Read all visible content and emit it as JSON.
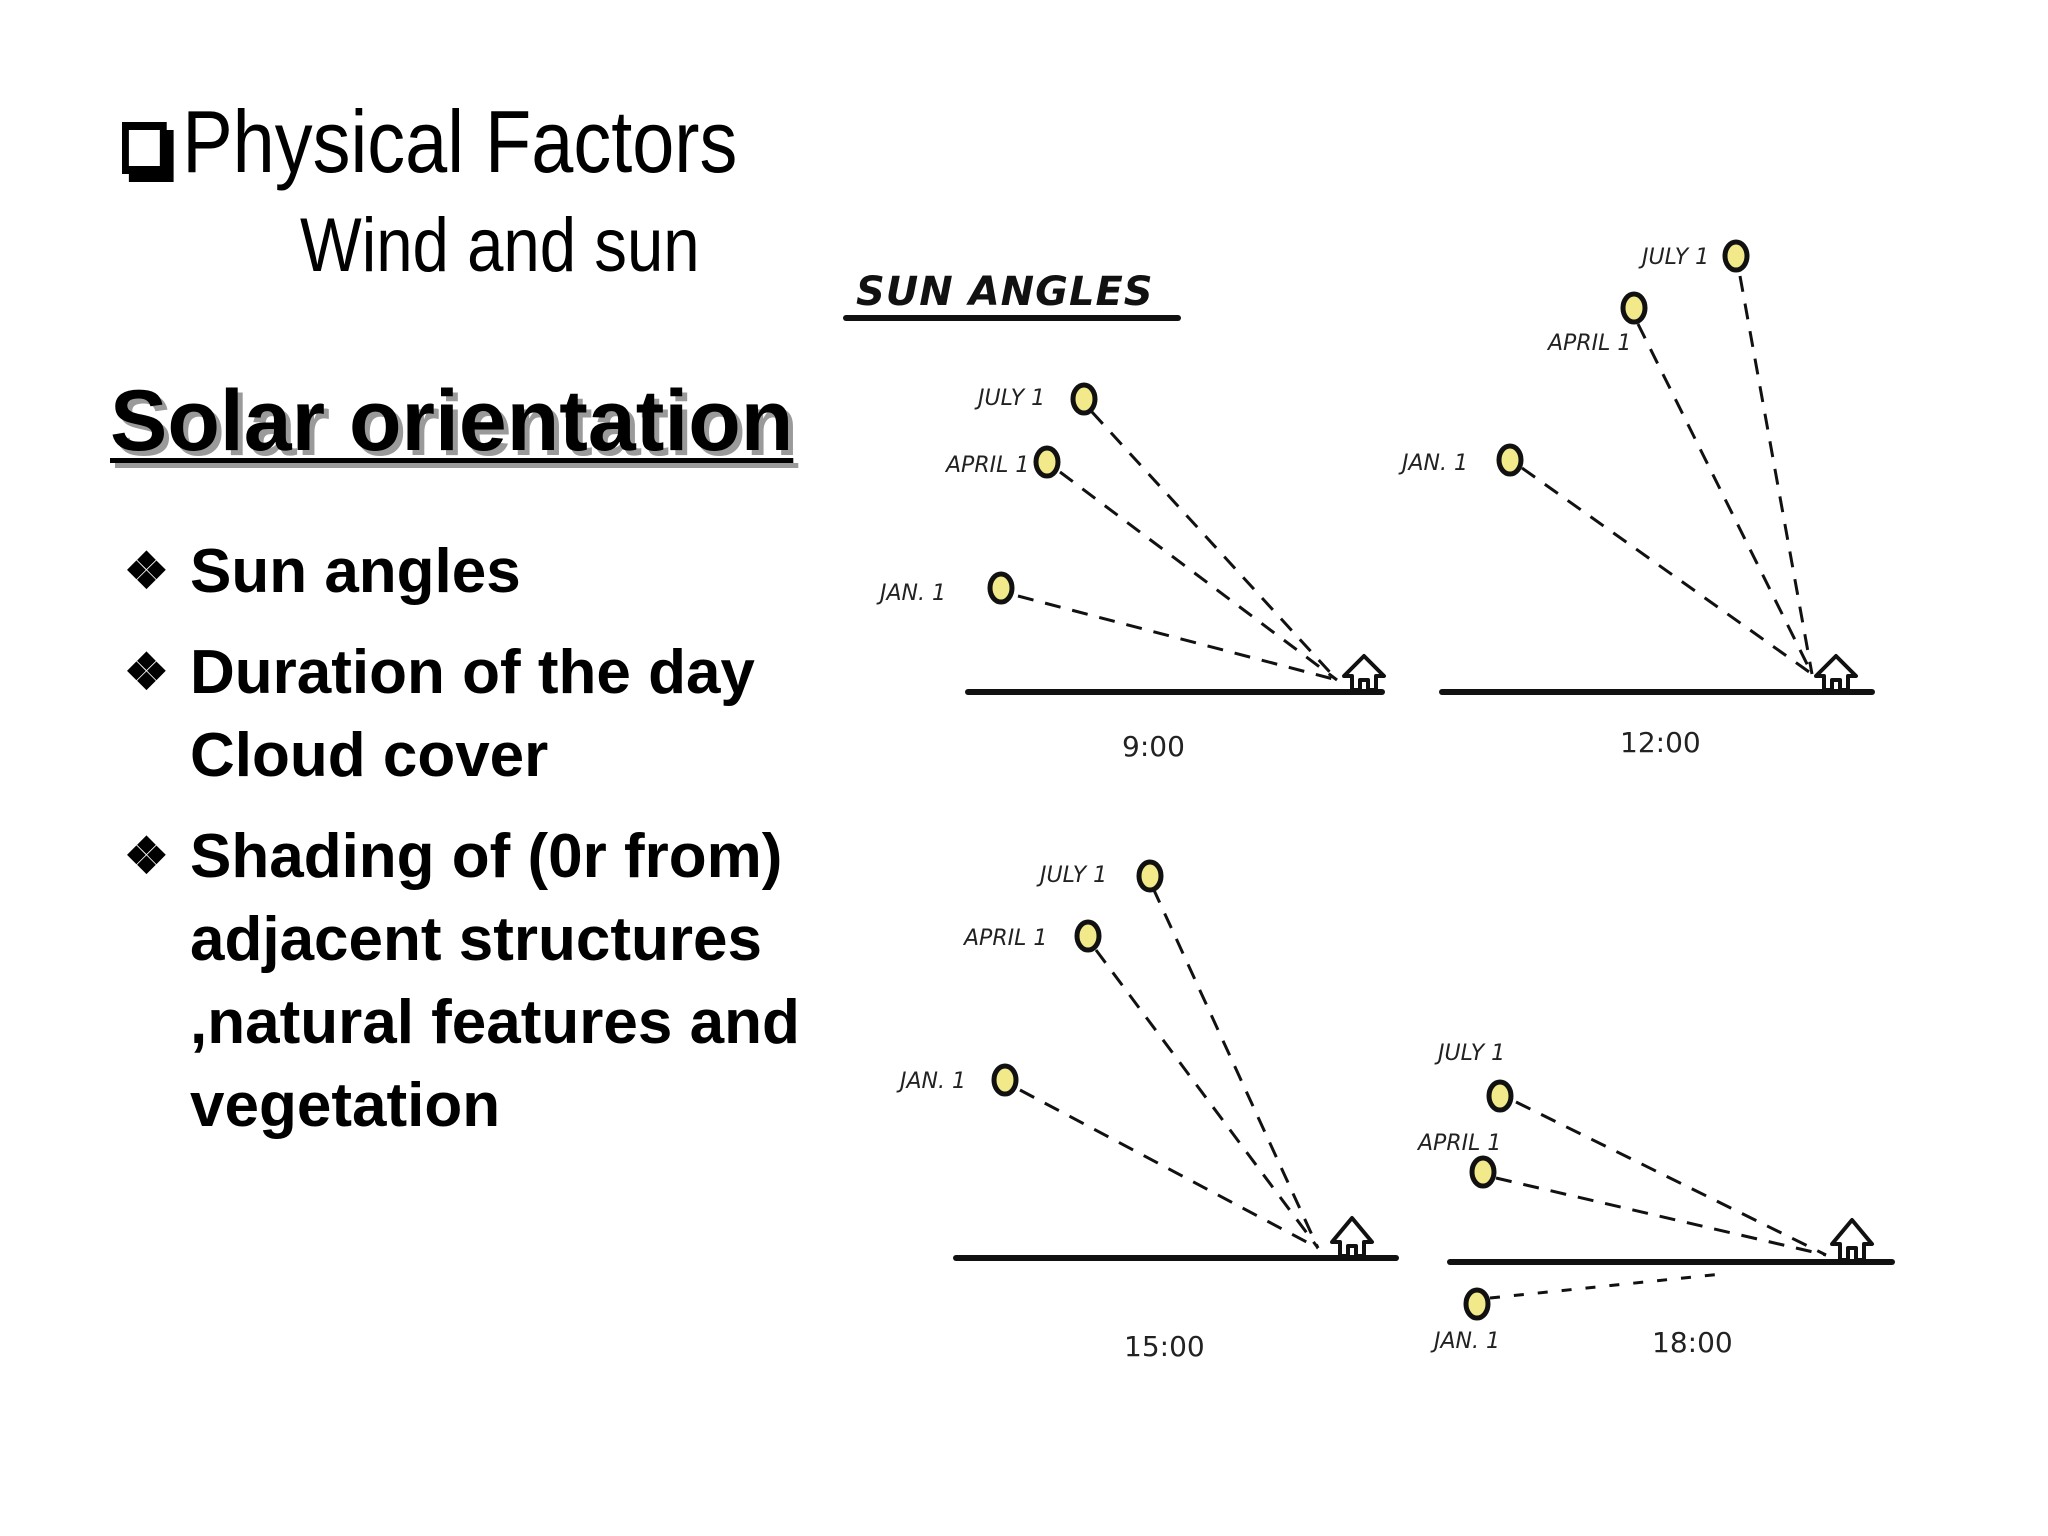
{
  "slide": {
    "heading": "Physical Factors",
    "subheading": "Wind and sun",
    "section_title": "Solar orientation",
    "bullets": [
      "Sun angles",
      "Duration of the day Cloud cover",
      "Shading of (0r from) adjacent structures ,natural features and vegetation"
    ]
  },
  "diagram": {
    "title": "SUN ANGLES",
    "sun_color": "#f1e98a",
    "panels": [
      {
        "time": "9:00",
        "labels": {
          "july": "JULY 1",
          "april": "APRIL 1",
          "jan": "JAN. 1"
        }
      },
      {
        "time": "12:00",
        "labels": {
          "july": "JULY 1",
          "april": "APRIL 1",
          "jan": "JAN. 1"
        }
      },
      {
        "time": "15:00",
        "labels": {
          "july": "JULY 1",
          "april": "APRIL 1",
          "jan": "JAN. 1"
        }
      },
      {
        "time": "18:00",
        "labels": {
          "july": "JULY 1",
          "april": "APRIL 1",
          "jan": "JAN. 1"
        }
      }
    ]
  }
}
